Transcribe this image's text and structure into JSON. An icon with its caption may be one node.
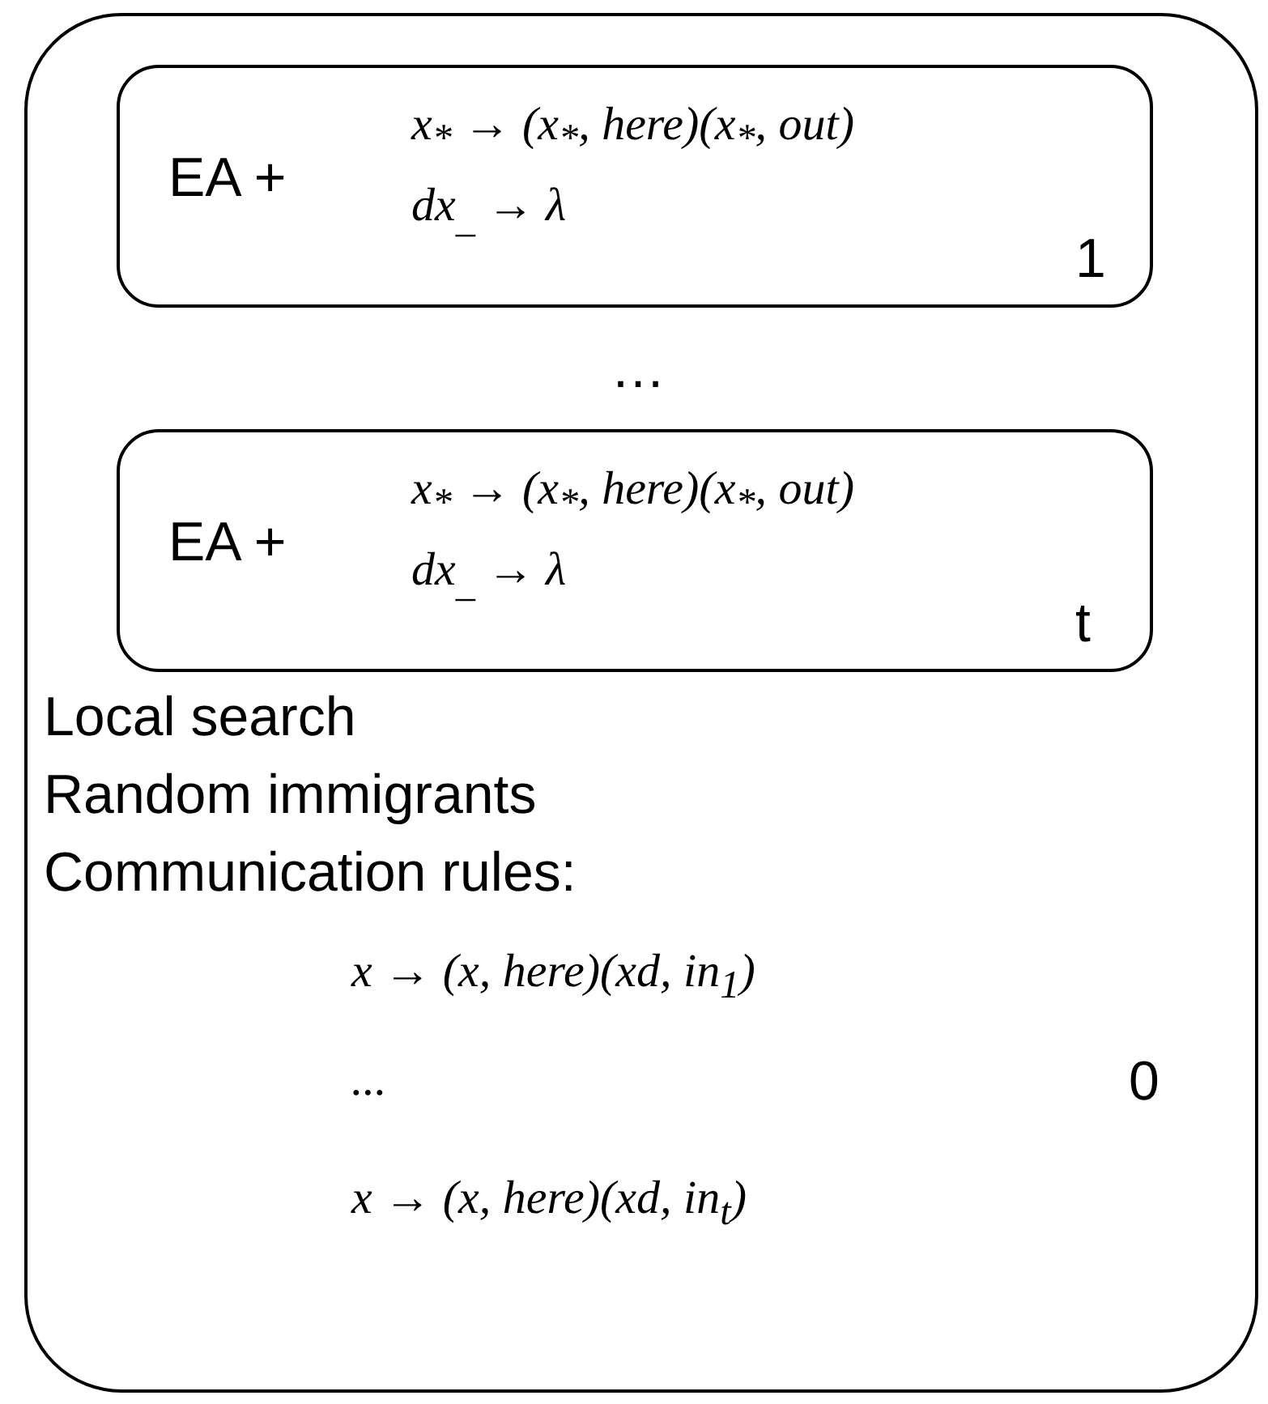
{
  "diagram": {
    "nodes": [
      {
        "text": [
          "Local search",
          "Random immigrants",
          "Communication rules:",
          "x → (x, here)(xd, in$_{1}$)",
          "...",
          "x → (x, here)(xd, in$_{t}$)",
          "0"
        ]
      },
      {
        "text": [
          "EA +",
          "x$_{*}$ → (x$_{*}$, here)(x$_{*}$, out)",
          "dx$_{_}$ → λ",
          "1"
        ],
        "in": 0
      },
      {
        "text": [
          "EA +",
          "x$_{*}$ → (x$_{*}$, here)(x$_{*}$, out)",
          "dx$_{_}$ → λ",
          "t"
        ],
        "in": 0
      }
    ],
    "edges": [],
    "labels": [
      "…"
    ]
  }
}
